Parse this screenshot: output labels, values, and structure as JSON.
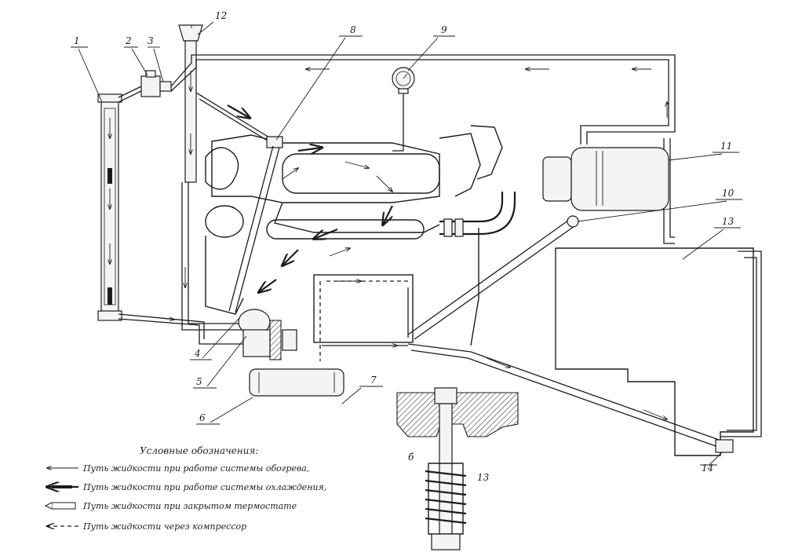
{
  "callouts": [
    {
      "id": "1",
      "label": "1"
    },
    {
      "id": "2",
      "label": "2"
    },
    {
      "id": "3",
      "label": "3"
    },
    {
      "id": "4",
      "label": "4"
    },
    {
      "id": "5",
      "label": "5"
    },
    {
      "id": "6",
      "label": "6"
    },
    {
      "id": "7",
      "label": "7"
    },
    {
      "id": "8",
      "label": "8"
    },
    {
      "id": "9",
      "label": "9"
    },
    {
      "id": "10",
      "label": "10"
    },
    {
      "id": "11",
      "label": "11"
    },
    {
      "id": "12",
      "label": "12"
    },
    {
      "id": "13",
      "label": "13"
    },
    {
      "id": "14",
      "label": "14"
    }
  ],
  "inset_labels": {
    "left": "б",
    "right": "13"
  },
  "legend": {
    "title": "Условные обозначения:",
    "items": [
      {
        "style": "thin-arrow",
        "text": "Путь жидкости при работе системы обогрева,"
      },
      {
        "style": "thick-arrow",
        "text": "Путь жидкости при работе системы охлаждения,"
      },
      {
        "style": "hollow-arrow",
        "text": "Путь жидкости при закрытом термостате"
      },
      {
        "style": "dashed-arrow",
        "text": "Путь жидкости через компрессор"
      }
    ]
  }
}
